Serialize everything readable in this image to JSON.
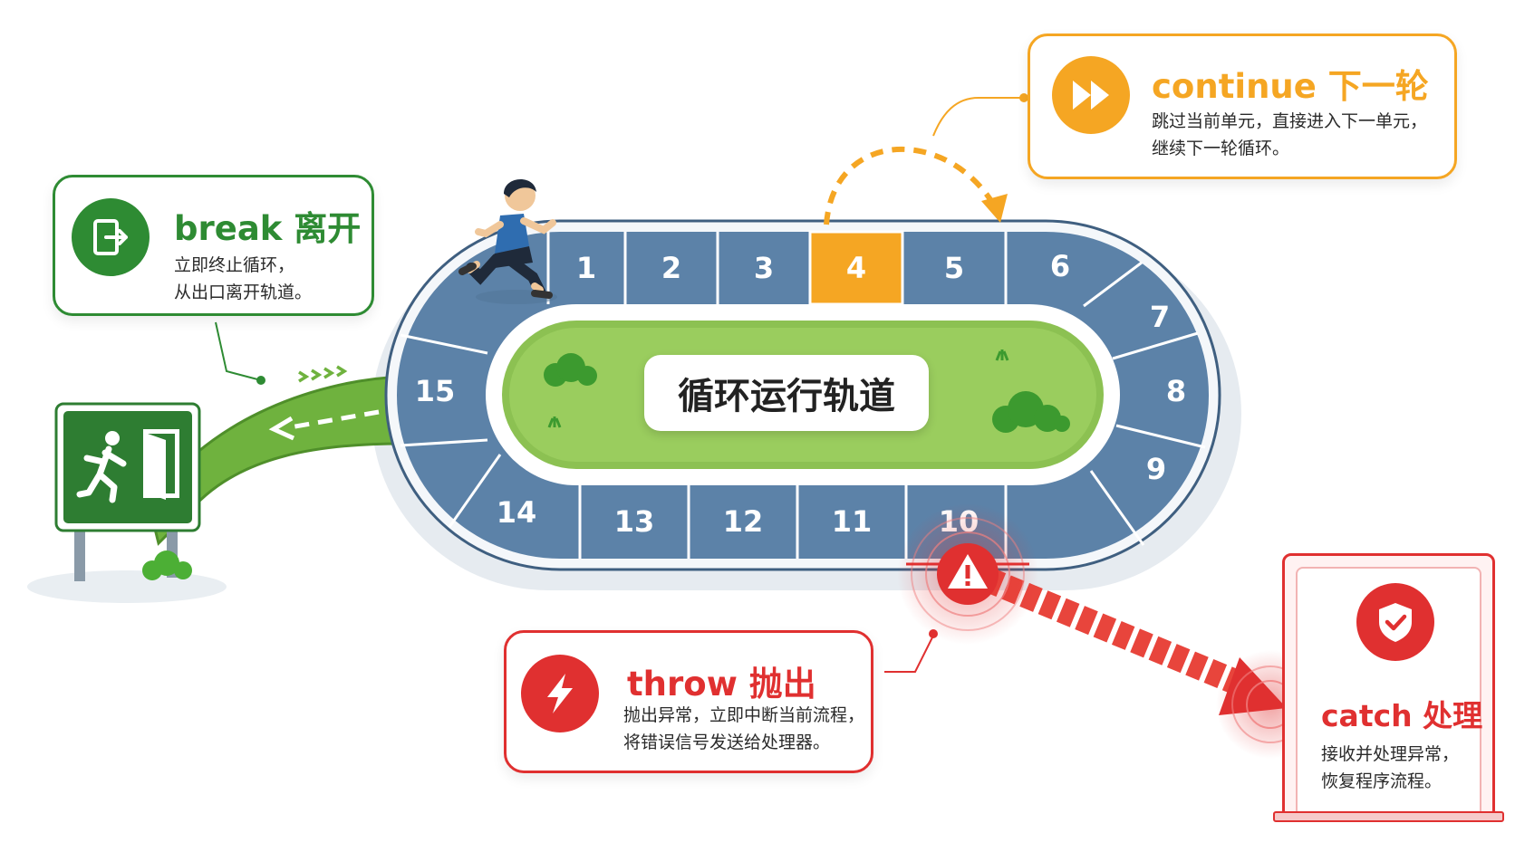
{
  "track": {
    "title": "循环运行轨道",
    "cells": [
      "1",
      "2",
      "3",
      "4",
      "5",
      "6",
      "7",
      "8",
      "9",
      "10",
      "11",
      "12",
      "13",
      "14",
      "15"
    ],
    "highlight_cell": "4",
    "error_cell": "10"
  },
  "break_card": {
    "title": "break 离开",
    "lines": [
      "立即终止循环，",
      "从出口离开轨道。"
    ],
    "icon": "exit-door-icon"
  },
  "continue_card": {
    "title": "continue 下一轮",
    "lines": [
      "跳过当前单元，直接进入下一单元，",
      "继续下一轮循环。"
    ],
    "icon": "fast-forward-icon"
  },
  "throw_card": {
    "title": "throw 抛出",
    "lines": [
      "抛出异常，立即中断当前流程，",
      "将错误信号发送给处理器。"
    ],
    "icon": "lightning-icon"
  },
  "catch_card": {
    "title": "catch 处理",
    "lines": [
      "接收并处理异常，",
      "恢复程序流程。"
    ],
    "icon": "shield-check-icon"
  },
  "exit_sign": {
    "icon": "running-exit-icon"
  },
  "warning": {
    "icon": "warning-triangle-icon"
  },
  "colors": {
    "track": "#5c82a8",
    "track_border": "#3f5f80",
    "break": "#2e8b33",
    "continue": "#f5a623",
    "throw": "#e03030",
    "grass": "#8cc152"
  }
}
